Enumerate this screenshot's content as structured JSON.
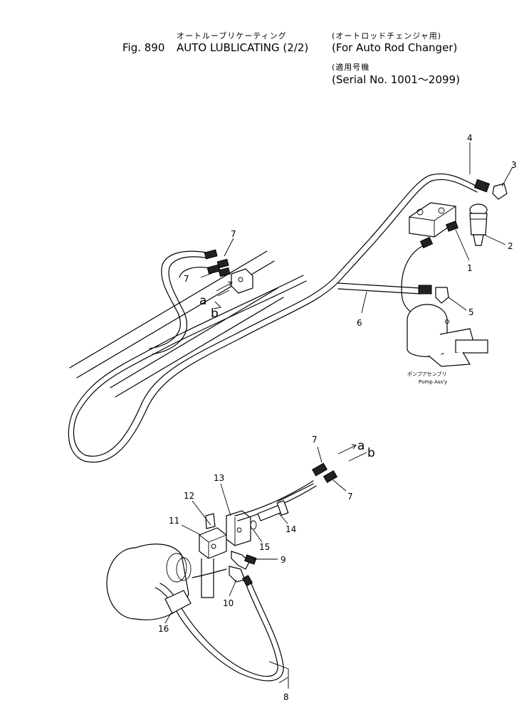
{
  "header": {
    "title_jp": "オートルーブリケーティング",
    "figure_number": "Fig. 890",
    "title": "AUTO LUBLICATING (2/2)",
    "note1_jp": "(オートロッドチェンジャ用)",
    "note1": "(For Auto Rod Changer)",
    "note2_jp": "(適用号機",
    "note2": "(Serial No. 1001～2099)"
  },
  "diagram": {
    "callouts": [
      "1",
      "2",
      "3",
      "4",
      "5",
      "6",
      "7",
      "7",
      "7",
      "7",
      "8",
      "9",
      "10",
      "11",
      "12",
      "13",
      "14",
      "15",
      "16"
    ],
    "connection_labels": [
      "a",
      "b",
      "a",
      "b"
    ],
    "pump_label_jp": "ポンプアセンブリ",
    "pump_label": "Pump Ass'y"
  }
}
